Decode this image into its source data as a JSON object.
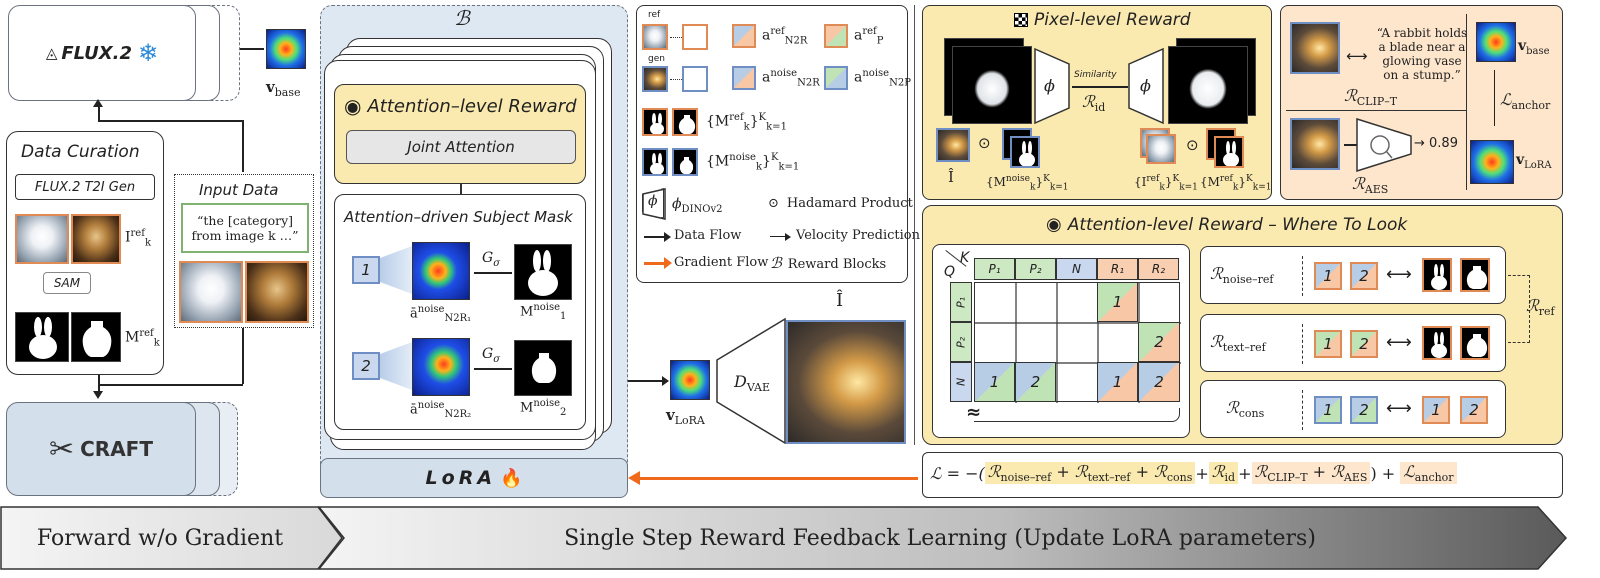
{
  "flux": {
    "label": "FLUX.2",
    "snowflake": "❄"
  },
  "v_base": {
    "label": "v",
    "sub": "base"
  },
  "data_curation": {
    "title": "Data Curation",
    "gen_label": "FLUX.2 T2I Gen",
    "sam_label": "SAM",
    "img_label": "I",
    "img_sup": "ref",
    "img_sub": "k",
    "mask_label": "M",
    "mask_sup": "ref",
    "mask_sub": "k"
  },
  "input_data": {
    "title": "Input Data",
    "prompt": "“the [category] from image k …”"
  },
  "craft": {
    "label": "CRAFT"
  },
  "reward_blocks": {
    "symbol": "ℬ",
    "att_title": "Attention–level Reward",
    "joint_att": "Joint Attention",
    "mask_title": "Attention–driven Subject Mask",
    "g_sigma": "G",
    "g_sub": "σ",
    "row1_num": "1",
    "row2_num": "2",
    "a1_label": "ā",
    "a1_sup": "noise",
    "a1_sub": "N2R₁",
    "a2_label": "ā",
    "a2_sup": "noise",
    "a2_sub": "N2R₂",
    "m1_label": "M",
    "m1_sup": "noise",
    "m1_sub": "1",
    "m2_label": "M",
    "m2_sup": "noise",
    "m2_sub": "2"
  },
  "lora": {
    "label": "LoRA",
    "fire": "🔥"
  },
  "legend": {
    "ref_tag": "ref",
    "gen_tag": "gen",
    "a_ref_n2r": "a",
    "a_ref_n2r_sup": "ref",
    "a_ref_n2r_sub": "N2R",
    "a_ref_p2r": "a",
    "a_ref_p2r_sup": "ref",
    "a_ref_p2r_sub": "P",
    "a_noise_n2r": "a",
    "a_noise_n2r_sup": "noise",
    "a_noise_n2r_sub": "N2R",
    "a_noise_n2p": "a",
    "a_noise_n2p_sup": "noise",
    "a_noise_n2p_sub": "N2P",
    "m_ref_set": "{M",
    "m_ref_set_sup": "ref",
    "m_ref_set_sub": "k",
    "m_ref_set_tail": "}",
    "m_ref_set_range": "K",
    "m_ref_set_k": "k=1",
    "m_noise_set": "{M",
    "m_noise_set_sup": "noise",
    "m_noise_set_sub": "k",
    "m_noise_set_tail": "}",
    "m_noise_set_range": "K",
    "m_noise_set_k": "k=1",
    "phi": "ϕ",
    "phi_sub": "DINOv2",
    "hadamard_sym": "⊙",
    "hadamard": "Hadamard Product",
    "data_flow": "Data Flow",
    "velocity": "Velocity Prediction",
    "gradient": "Gradient Flow",
    "reward_blocks_sym": "ℬ",
    "reward_blocks": "Reward Blocks"
  },
  "v_lora": {
    "label": "v",
    "sub": "LoRA"
  },
  "decoder": {
    "label": "D",
    "sub": "VAE"
  },
  "i_hat": "Î",
  "pixel_reward": {
    "title": "Pixel-level Reward",
    "similarity": "Similarity",
    "phi": "ϕ",
    "r_id": "ℛ",
    "r_id_sub": "id",
    "i_hat": "Î",
    "set_mnoise": "{M",
    "set_mnoise_sup": "noise",
    "set_mnoise_sub": "k",
    "set_mnoise_tail": "}",
    "set_mnoise_range": "K",
    "set_mnoise_k": "k=1",
    "set_iref": "{I",
    "set_iref_sup": "ref",
    "set_iref_sub": "k",
    "set_iref_tail": "}",
    "set_iref_range": "K",
    "set_iref_k": "k=1",
    "set_mref": "{M",
    "set_mref_sup": "ref",
    "set_mref_sub": "k",
    "set_mref_tail": "}",
    "set_mref_range": "K",
    "set_mref_k": "k=1",
    "hadamard": "⊙"
  },
  "clip_panel": {
    "quote": "“A rabbit holds a blade near a glowing vase on a stump.”",
    "r_clip": "ℛ",
    "r_clip_sub": "CLIP–T",
    "r_aes": "ℛ",
    "r_aes_sub": "AES",
    "score": "→ 0.89",
    "l_anchor": "ℒ",
    "l_anchor_sub": "anchor",
    "v_base": "v",
    "v_base_sub": "base",
    "v_lora": "v",
    "v_lora_sub": "LoRA"
  },
  "where_to_look": {
    "title": "Attention-level Reward – Where To Look",
    "q": "Q",
    "k": "K",
    "cols": [
      "P₁",
      "P₂",
      "N",
      "R₁",
      "R₂"
    ],
    "rows": [
      "P₁",
      "P₂",
      "N"
    ],
    "approx": "≈",
    "cell_1": "1",
    "cell_2": "2",
    "r_noise_ref": "ℛ",
    "r_noise_ref_sub": "noise–ref",
    "r_text_ref": "ℛ",
    "r_text_ref_sub": "text–ref",
    "r_cons": "ℛ",
    "r_cons_sub": "cons",
    "r_ref": "ℛ",
    "r_ref_sub": "ref",
    "arrow": "⟷",
    "num1": "1",
    "num2": "2"
  },
  "loss": {
    "lhs": "ℒ = −(",
    "t1": "ℛ",
    "t1_sub": "noise–ref",
    "plus1": " + ",
    "t2": "ℛ",
    "t2_sub": "text–ref",
    "plus2": " + ",
    "t3": "ℛ",
    "t3_sub": "cons",
    "plus3": " + ",
    "t4": "ℛ",
    "t4_sub": "id",
    "plus4": " + ",
    "t5": "ℛ",
    "t5_sub": "CLIP–T",
    "plus5": " + ",
    "t6": "ℛ",
    "t6_sub": "AES",
    "close": ") + ",
    "t7": "ℒ",
    "t7_sub": "anchor"
  },
  "banner": {
    "left": "Forward w/o Gradient",
    "right": "Single Step Reward Feedback Learning (Update LoRA parameters)"
  },
  "colors": {
    "blue_panel": "#dde8f3",
    "yellow": "#fbeab0",
    "peach": "#fde6cc",
    "gradient_arrow": "#f06a1e",
    "orange": "#e08a55",
    "blue": "#6f8fc4",
    "green": "#7fb26f"
  }
}
